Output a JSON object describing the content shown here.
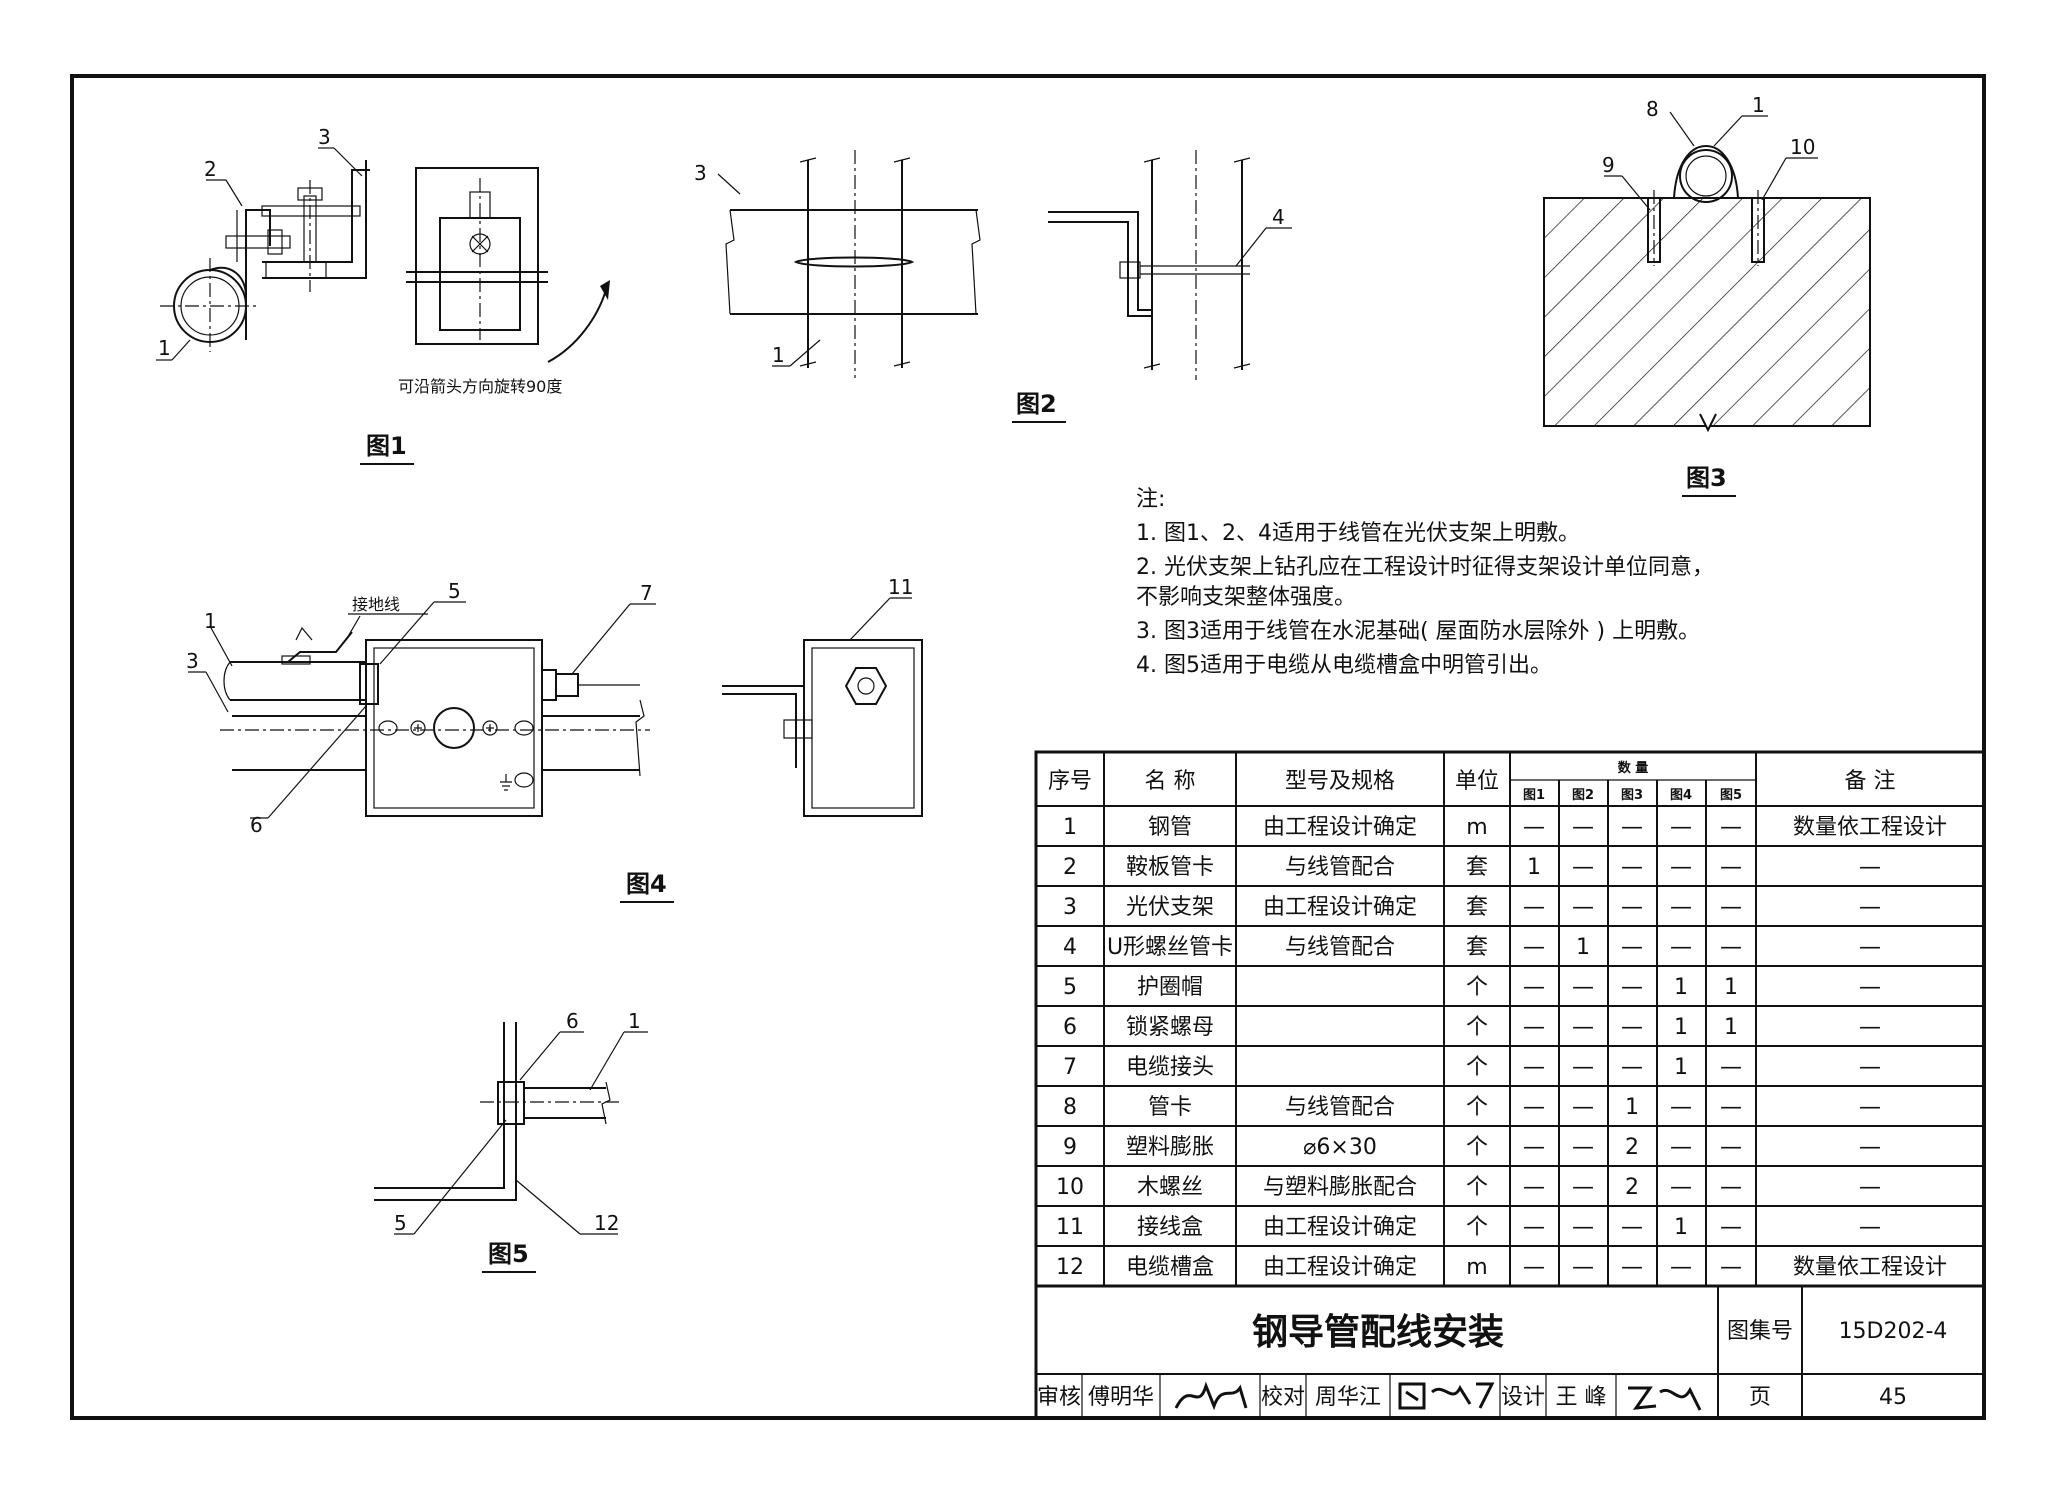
{
  "figures": {
    "fig1": {
      "caption": "图1",
      "rotate_note": "可沿箭头方向旋转90度",
      "callouts": [
        "1",
        "2",
        "3"
      ]
    },
    "fig2": {
      "caption": "图2",
      "callouts": [
        "3",
        "1",
        "4"
      ]
    },
    "fig3": {
      "caption": "图3",
      "callouts": [
        "8",
        "1",
        "9",
        "10"
      ]
    },
    "fig4": {
      "caption": "图4",
      "ground_wire": "接地线",
      "callouts": [
        "1",
        "3",
        "5",
        "7",
        "6",
        "11"
      ]
    },
    "fig5": {
      "caption": "图5",
      "callouts": [
        "6",
        "1",
        "5",
        "12"
      ]
    }
  },
  "notes": {
    "heading": "注:",
    "items": [
      "1. 图1、2、4适用于线管在光伏支架上明敷。",
      "2. 光伏支架上钻孔应在工程设计时征得支架设计单位同意，",
      "    不影响支架整体强度。",
      "3. 图3适用于线管在水泥基础( 屋面防水层除外 ) 上明敷。",
      "4. 图5适用于电缆从电缆槽盒中明管引出。"
    ]
  },
  "table": {
    "headers": {
      "no": "序号",
      "name": "名 称",
      "spec": "型号及规格",
      "unit": "单位",
      "qty": "数 量",
      "remark": "备 注"
    },
    "qty_cols": [
      "图1",
      "图2",
      "图3",
      "图4",
      "图5"
    ],
    "rows": [
      {
        "no": "1",
        "name": "钢管",
        "spec": "由工程设计确定",
        "unit": "m",
        "q": [
          "—",
          "—",
          "—",
          "—",
          "—"
        ],
        "remark": "数量依工程设计"
      },
      {
        "no": "2",
        "name": "鞍板管卡",
        "spec": "与线管配合",
        "unit": "套",
        "q": [
          "1",
          "—",
          "—",
          "—",
          "—"
        ],
        "remark": "—"
      },
      {
        "no": "3",
        "name": "光伏支架",
        "spec": "由工程设计确定",
        "unit": "套",
        "q": [
          "—",
          "—",
          "—",
          "—",
          "—"
        ],
        "remark": "—"
      },
      {
        "no": "4",
        "name": "U形螺丝管卡",
        "spec": "与线管配合",
        "unit": "套",
        "q": [
          "—",
          "1",
          "—",
          "—",
          "—"
        ],
        "remark": "—"
      },
      {
        "no": "5",
        "name": "护圈帽",
        "spec": "",
        "unit": "个",
        "q": [
          "—",
          "—",
          "—",
          "1",
          "1"
        ],
        "remark": "—"
      },
      {
        "no": "6",
        "name": "锁紧螺母",
        "spec": "",
        "unit": "个",
        "q": [
          "—",
          "—",
          "—",
          "1",
          "1"
        ],
        "remark": "—"
      },
      {
        "no": "7",
        "name": "电缆接头",
        "spec": "",
        "unit": "个",
        "q": [
          "—",
          "—",
          "—",
          "1",
          "—"
        ],
        "remark": "—"
      },
      {
        "no": "8",
        "name": "管卡",
        "spec": "与线管配合",
        "unit": "个",
        "q": [
          "—",
          "—",
          "1",
          "—",
          "—"
        ],
        "remark": "—"
      },
      {
        "no": "9",
        "name": "塑料膨胀",
        "spec": "⌀6×30",
        "unit": "个",
        "q": [
          "—",
          "—",
          "2",
          "—",
          "—"
        ],
        "remark": "—"
      },
      {
        "no": "10",
        "name": "木螺丝",
        "spec": "与塑料膨胀配合",
        "unit": "个",
        "q": [
          "—",
          "—",
          "2",
          "—",
          "—"
        ],
        "remark": "—"
      },
      {
        "no": "11",
        "name": "接线盒",
        "spec": "由工程设计确定",
        "unit": "个",
        "q": [
          "—",
          "—",
          "—",
          "1",
          "—"
        ],
        "remark": "—"
      },
      {
        "no": "12",
        "name": "电缆槽盒",
        "spec": "由工程设计确定",
        "unit": "m",
        "q": [
          "—",
          "—",
          "—",
          "—",
          "—"
        ],
        "remark": "数量依工程设计"
      }
    ]
  },
  "title_block": {
    "title": "钢导管配线安装",
    "atlas_label": "图集号",
    "atlas_no": "15D202-4",
    "review_label": "审核",
    "reviewer": "傅明华",
    "check_label": "校对",
    "checker": "周华江",
    "design_label": "设计",
    "designer": "王 峰",
    "page_label": "页",
    "page_no": "45"
  }
}
